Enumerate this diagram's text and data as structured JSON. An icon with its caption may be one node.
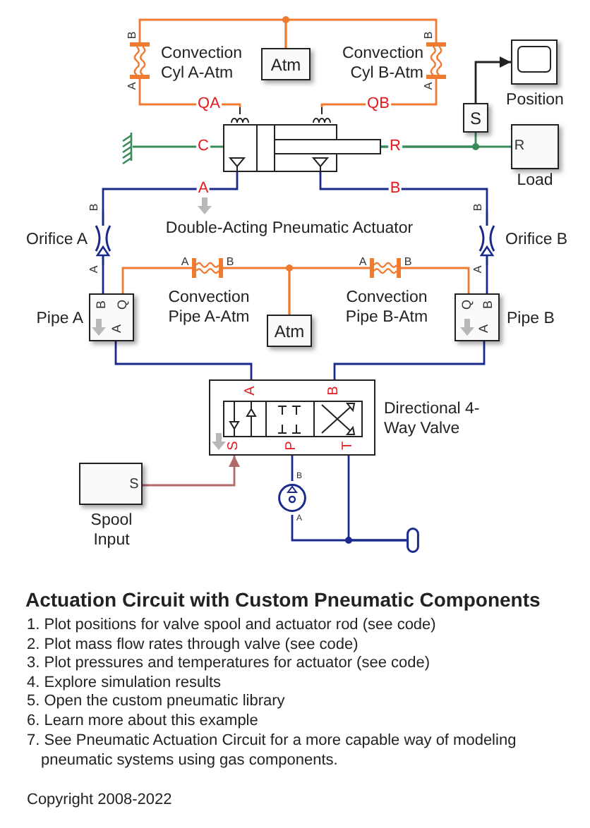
{
  "diagram": {
    "title": "Actuation Circuit with Custom Pneumatic Components",
    "nodes": [
      {
        "text": [],
        "shape": "convection",
        "beside": [
          "Convection Cyl A-Atm"
        ]
      },
      {
        "text": [
          "Atm"
        ]
      },
      {
        "text": [],
        "shape": "convection",
        "beside": [
          "Convection Cyl B-Atm"
        ]
      },
      {
        "text": [],
        "shape": "cylinder"
      },
      {
        "text": [],
        "shape": "ground"
      },
      {
        "text": [
          "S"
        ]
      },
      {
        "text": [],
        "shape": "monitor",
        "beside": [
          "Position"
        ]
      },
      {
        "text": [],
        "shape": "box",
        "beside": [
          "Load"
        ]
      },
      {
        "text": [],
        "shape": "orifice",
        "beside": [
          "Orifice A"
        ]
      },
      {
        "text": [],
        "shape": "orifice",
        "beside": [
          "Orifice B"
        ]
      },
      {
        "text": [],
        "shape": "box",
        "beside": [
          "Pipe A"
        ]
      },
      {
        "text": [],
        "shape": "convection",
        "beside": [
          "Convection Pipe A-Atm"
        ]
      },
      {
        "text": [
          "Atm"
        ]
      },
      {
        "text": [],
        "shape": "convection",
        "beside": [
          "Convection Pipe B-Atm"
        ]
      },
      {
        "text": [],
        "shape": "box",
        "beside": [
          "Pipe B"
        ]
      },
      {
        "text": [],
        "shape": "valve",
        "beside": [
          "Directional 4-Way Valve"
        ]
      },
      {
        "text": [],
        "shape": "box",
        "beside": [
          "Spool Input"
        ]
      },
      {
        "text": [],
        "shape": "circle"
      },
      {
        "text": [],
        "shape": "tank"
      }
    ],
    "edges": [
      {
        "from": 0,
        "to": 1,
        "arrow": "none",
        "color": "#f07a30"
      },
      {
        "from": 2,
        "to": 1,
        "arrow": "none",
        "color": "#f07a30"
      },
      {
        "from": 0,
        "to": 3,
        "arrow": "none",
        "color": "#f07a30"
      },
      {
        "from": 2,
        "to": 3,
        "arrow": "none",
        "color": "#f07a30"
      },
      {
        "from": 4,
        "to": 3,
        "arrow": "none",
        "color": "#3b8a5a"
      },
      {
        "from": 3,
        "to": 7,
        "arrow": "none",
        "color": "#3b8a5a"
      },
      {
        "from": 3,
        "to": 5,
        "arrow": "none",
        "color": "#3b8a5a"
      },
      {
        "from": 5,
        "to": 6,
        "arrow": "to",
        "color": "#222222"
      },
      {
        "from": 3,
        "to": 8,
        "arrow": "none"
      },
      {
        "from": 3,
        "to": 9,
        "arrow": "none"
      },
      {
        "from": 8,
        "to": 10,
        "arrow": "none"
      },
      {
        "from": 9,
        "to": 14,
        "arrow": "none"
      },
      {
        "from": 10,
        "to": 11,
        "arrow": "none",
        "color": "#f07a30"
      },
      {
        "from": 11,
        "to": 12,
        "arrow": "none",
        "color": "#f07a30"
      },
      {
        "from": 13,
        "to": 12,
        "arrow": "none",
        "color": "#f07a30"
      },
      {
        "from": 13,
        "to": 14,
        "arrow": "none",
        "color": "#f07a30"
      },
      {
        "from": 10,
        "to": 15,
        "arrow": "none"
      },
      {
        "from": 14,
        "to": 15,
        "arrow": "none"
      },
      {
        "from": 16,
        "to": 15,
        "arrow": "to",
        "color": "#b06a6a"
      },
      {
        "from": 15,
        "to": 17,
        "arrow": "none"
      },
      {
        "from": 17,
        "to": 18,
        "arrow": "none"
      },
      {
        "from": 15,
        "to": 18,
        "arrow": "none"
      }
    ],
    "labels": [
      "B",
      "A",
      "B",
      "A",
      "QA",
      "QB",
      "C",
      "R",
      "R",
      "A",
      "B",
      "B",
      "B",
      "A",
      "A",
      "A",
      "B",
      "A",
      "B",
      "B",
      "Q",
      "A",
      "Q",
      "B",
      "A",
      "A",
      "B",
      "S",
      "P",
      "T",
      "S",
      "B",
      "A",
      "Double-Acting Pneumatic Actuator",
      "1. Plot positions for valve spool and actuator rod (see code)",
      "2. Plot mass flow rates through valve (see code)",
      "3. Plot pressures and temperatures for actuator (see code)",
      "4. Explore simulation results",
      "5. Open the custom pneumatic library",
      "6. Learn more about this example",
      "7. See Pneumatic Actuation Circuit for a more capable way of modeling pneumatic systems using gas components.",
      "Copyright 2008-2022"
    ]
  }
}
